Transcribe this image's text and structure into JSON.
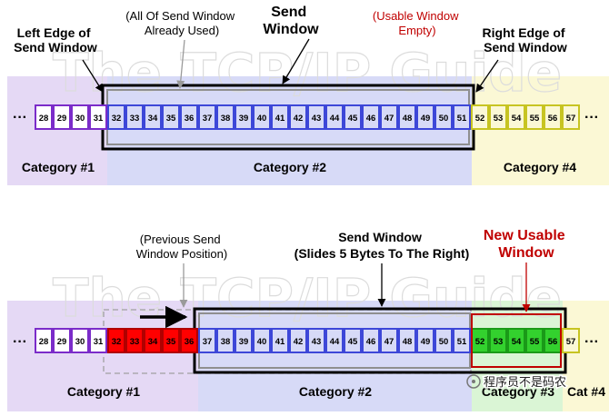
{
  "watermark": "The TCP/IP Guide",
  "brand_caption": "程序员不是码农",
  "colors": {
    "cat1": "#e5d9f5",
    "cat2": "#d7daf7",
    "cat4": "#fbf8d5",
    "cat3": "#daf5d5",
    "purple": "#7b2cc9",
    "blue": "#3d47d8",
    "yellow": "#c7c422",
    "red": "#ff0000",
    "green": "#33d12e",
    "redtext": "#c00000"
  },
  "top": {
    "left_edge": [
      "Left Edge of",
      "Send Window"
    ],
    "all_used": [
      "(All Of Send Window",
      "Already Used)"
    ],
    "send_window": [
      "Send",
      "Window"
    ],
    "usable_empty": [
      "(Usable Window",
      "Empty)"
    ],
    "right_edge": [
      "Right Edge of",
      "Send Window"
    ],
    "ellipsis": "···",
    "bytes": [
      {
        "n": "28",
        "t": "p"
      },
      {
        "n": "29",
        "t": "p"
      },
      {
        "n": "30",
        "t": "p"
      },
      {
        "n": "31",
        "t": "p"
      },
      {
        "n": "32",
        "t": "b"
      },
      {
        "n": "33",
        "t": "b"
      },
      {
        "n": "34",
        "t": "b"
      },
      {
        "n": "35",
        "t": "b"
      },
      {
        "n": "36",
        "t": "b"
      },
      {
        "n": "37",
        "t": "b"
      },
      {
        "n": "38",
        "t": "b"
      },
      {
        "n": "39",
        "t": "b"
      },
      {
        "n": "40",
        "t": "b"
      },
      {
        "n": "41",
        "t": "b"
      },
      {
        "n": "42",
        "t": "b"
      },
      {
        "n": "43",
        "t": "b"
      },
      {
        "n": "44",
        "t": "b"
      },
      {
        "n": "45",
        "t": "b"
      },
      {
        "n": "46",
        "t": "b"
      },
      {
        "n": "47",
        "t": "b"
      },
      {
        "n": "48",
        "t": "b"
      },
      {
        "n": "49",
        "t": "b"
      },
      {
        "n": "50",
        "t": "b"
      },
      {
        "n": "51",
        "t": "b"
      },
      {
        "n": "52",
        "t": "y"
      },
      {
        "n": "53",
        "t": "y"
      },
      {
        "n": "54",
        "t": "y"
      },
      {
        "n": "55",
        "t": "y"
      },
      {
        "n": "56",
        "t": "y"
      },
      {
        "n": "57",
        "t": "y"
      }
    ],
    "categories": [
      "Category #1",
      "Category #2",
      "Category #4"
    ]
  },
  "bottom": {
    "prev_window": [
      "(Previous Send",
      "Window Position)"
    ],
    "send_window": [
      "Send Window",
      "(Slides 5 Bytes To The Right)"
    ],
    "new_usable": [
      "New Usable",
      "Window"
    ],
    "ellipsis": "···",
    "bytes": [
      {
        "n": "28",
        "t": "p"
      },
      {
        "n": "29",
        "t": "p"
      },
      {
        "n": "30",
        "t": "p"
      },
      {
        "n": "31",
        "t": "p"
      },
      {
        "n": "32",
        "t": "r"
      },
      {
        "n": "33",
        "t": "r"
      },
      {
        "n": "34",
        "t": "r"
      },
      {
        "n": "35",
        "t": "r"
      },
      {
        "n": "36",
        "t": "r"
      },
      {
        "n": "37",
        "t": "b"
      },
      {
        "n": "38",
        "t": "b"
      },
      {
        "n": "39",
        "t": "b"
      },
      {
        "n": "40",
        "t": "b"
      },
      {
        "n": "41",
        "t": "b"
      },
      {
        "n": "42",
        "t": "b"
      },
      {
        "n": "43",
        "t": "b"
      },
      {
        "n": "44",
        "t": "b"
      },
      {
        "n": "45",
        "t": "b"
      },
      {
        "n": "46",
        "t": "b"
      },
      {
        "n": "47",
        "t": "b"
      },
      {
        "n": "48",
        "t": "b"
      },
      {
        "n": "49",
        "t": "b"
      },
      {
        "n": "50",
        "t": "b"
      },
      {
        "n": "51",
        "t": "b"
      },
      {
        "n": "52",
        "t": "g"
      },
      {
        "n": "53",
        "t": "g"
      },
      {
        "n": "54",
        "t": "g"
      },
      {
        "n": "55",
        "t": "g"
      },
      {
        "n": "56",
        "t": "g"
      },
      {
        "n": "57",
        "t": "y"
      }
    ],
    "categories": [
      "Category #1",
      "Category #2",
      "Category #3",
      "Cat #4"
    ]
  }
}
